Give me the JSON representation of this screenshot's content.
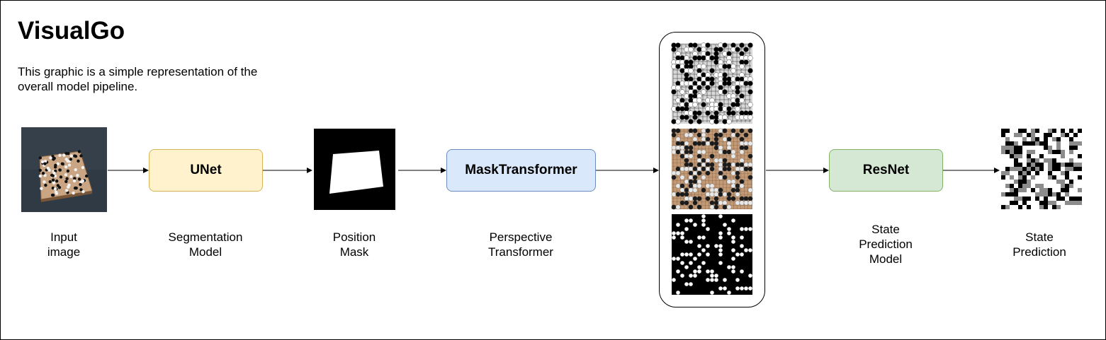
{
  "title": "VisualGo",
  "description": "This graphic is a simple representation of the overall model pipeline.",
  "nodes": {
    "unet": "UNet",
    "mask_transformer": "MaskTransformer",
    "resnet": "ResNet"
  },
  "labels": {
    "input": [
      "Input",
      "image"
    ],
    "segmentation": [
      "Segmentation",
      "Model"
    ],
    "position_mask": [
      "Position",
      "Mask"
    ],
    "perspective": [
      "Perspective",
      "Transformer"
    ],
    "state_model": [
      "State",
      "Prediction",
      "Model"
    ],
    "state_prediction": [
      "State",
      "Prediction"
    ]
  },
  "colors": {
    "unet_fill": "#fff2cc",
    "unet_stroke": "#d6b656",
    "mask_fill": "#dae8fc",
    "mask_stroke": "#6c8ebf",
    "resnet_fill": "#d5e8d4",
    "resnet_stroke": "#82b366"
  }
}
